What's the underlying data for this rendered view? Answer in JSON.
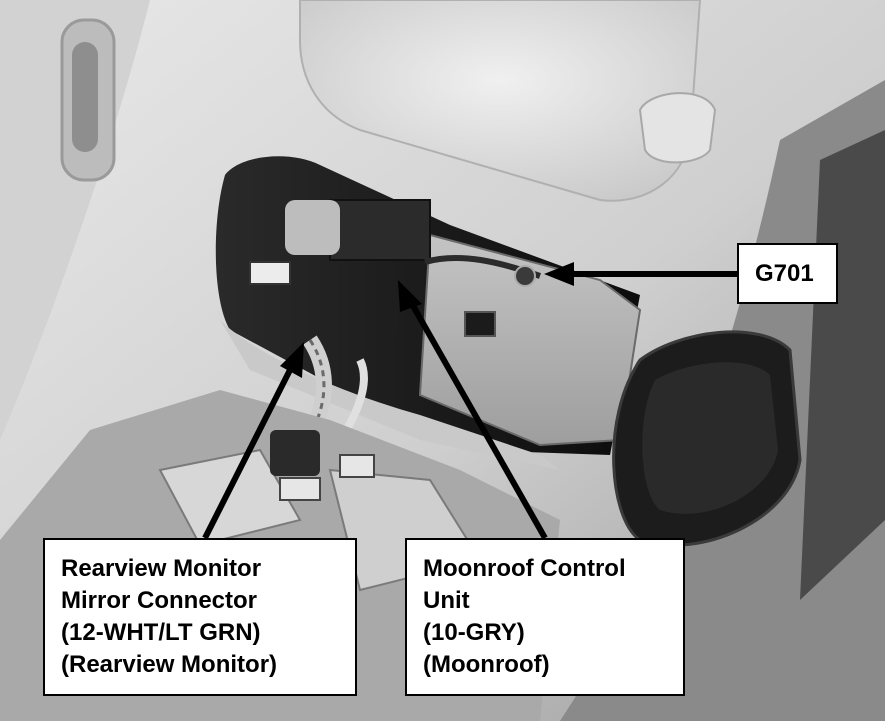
{
  "callouts": {
    "ground": {
      "label": "G701"
    },
    "mirror_connector": {
      "lines": [
        "Rearview Monitor",
        "Mirror Connector",
        "(12-WHT/LT GRN)",
        "(Rearview Monitor)"
      ]
    },
    "moonroof_unit": {
      "lines": [
        "Moonroof Control",
        "Unit",
        "(10-GRY)",
        "(Moonroof)"
      ]
    }
  },
  "colors": {
    "background": "#ffffff",
    "label_border": "#000000",
    "headliner": "#d6d6d6",
    "opening": "#1a1a1a"
  }
}
